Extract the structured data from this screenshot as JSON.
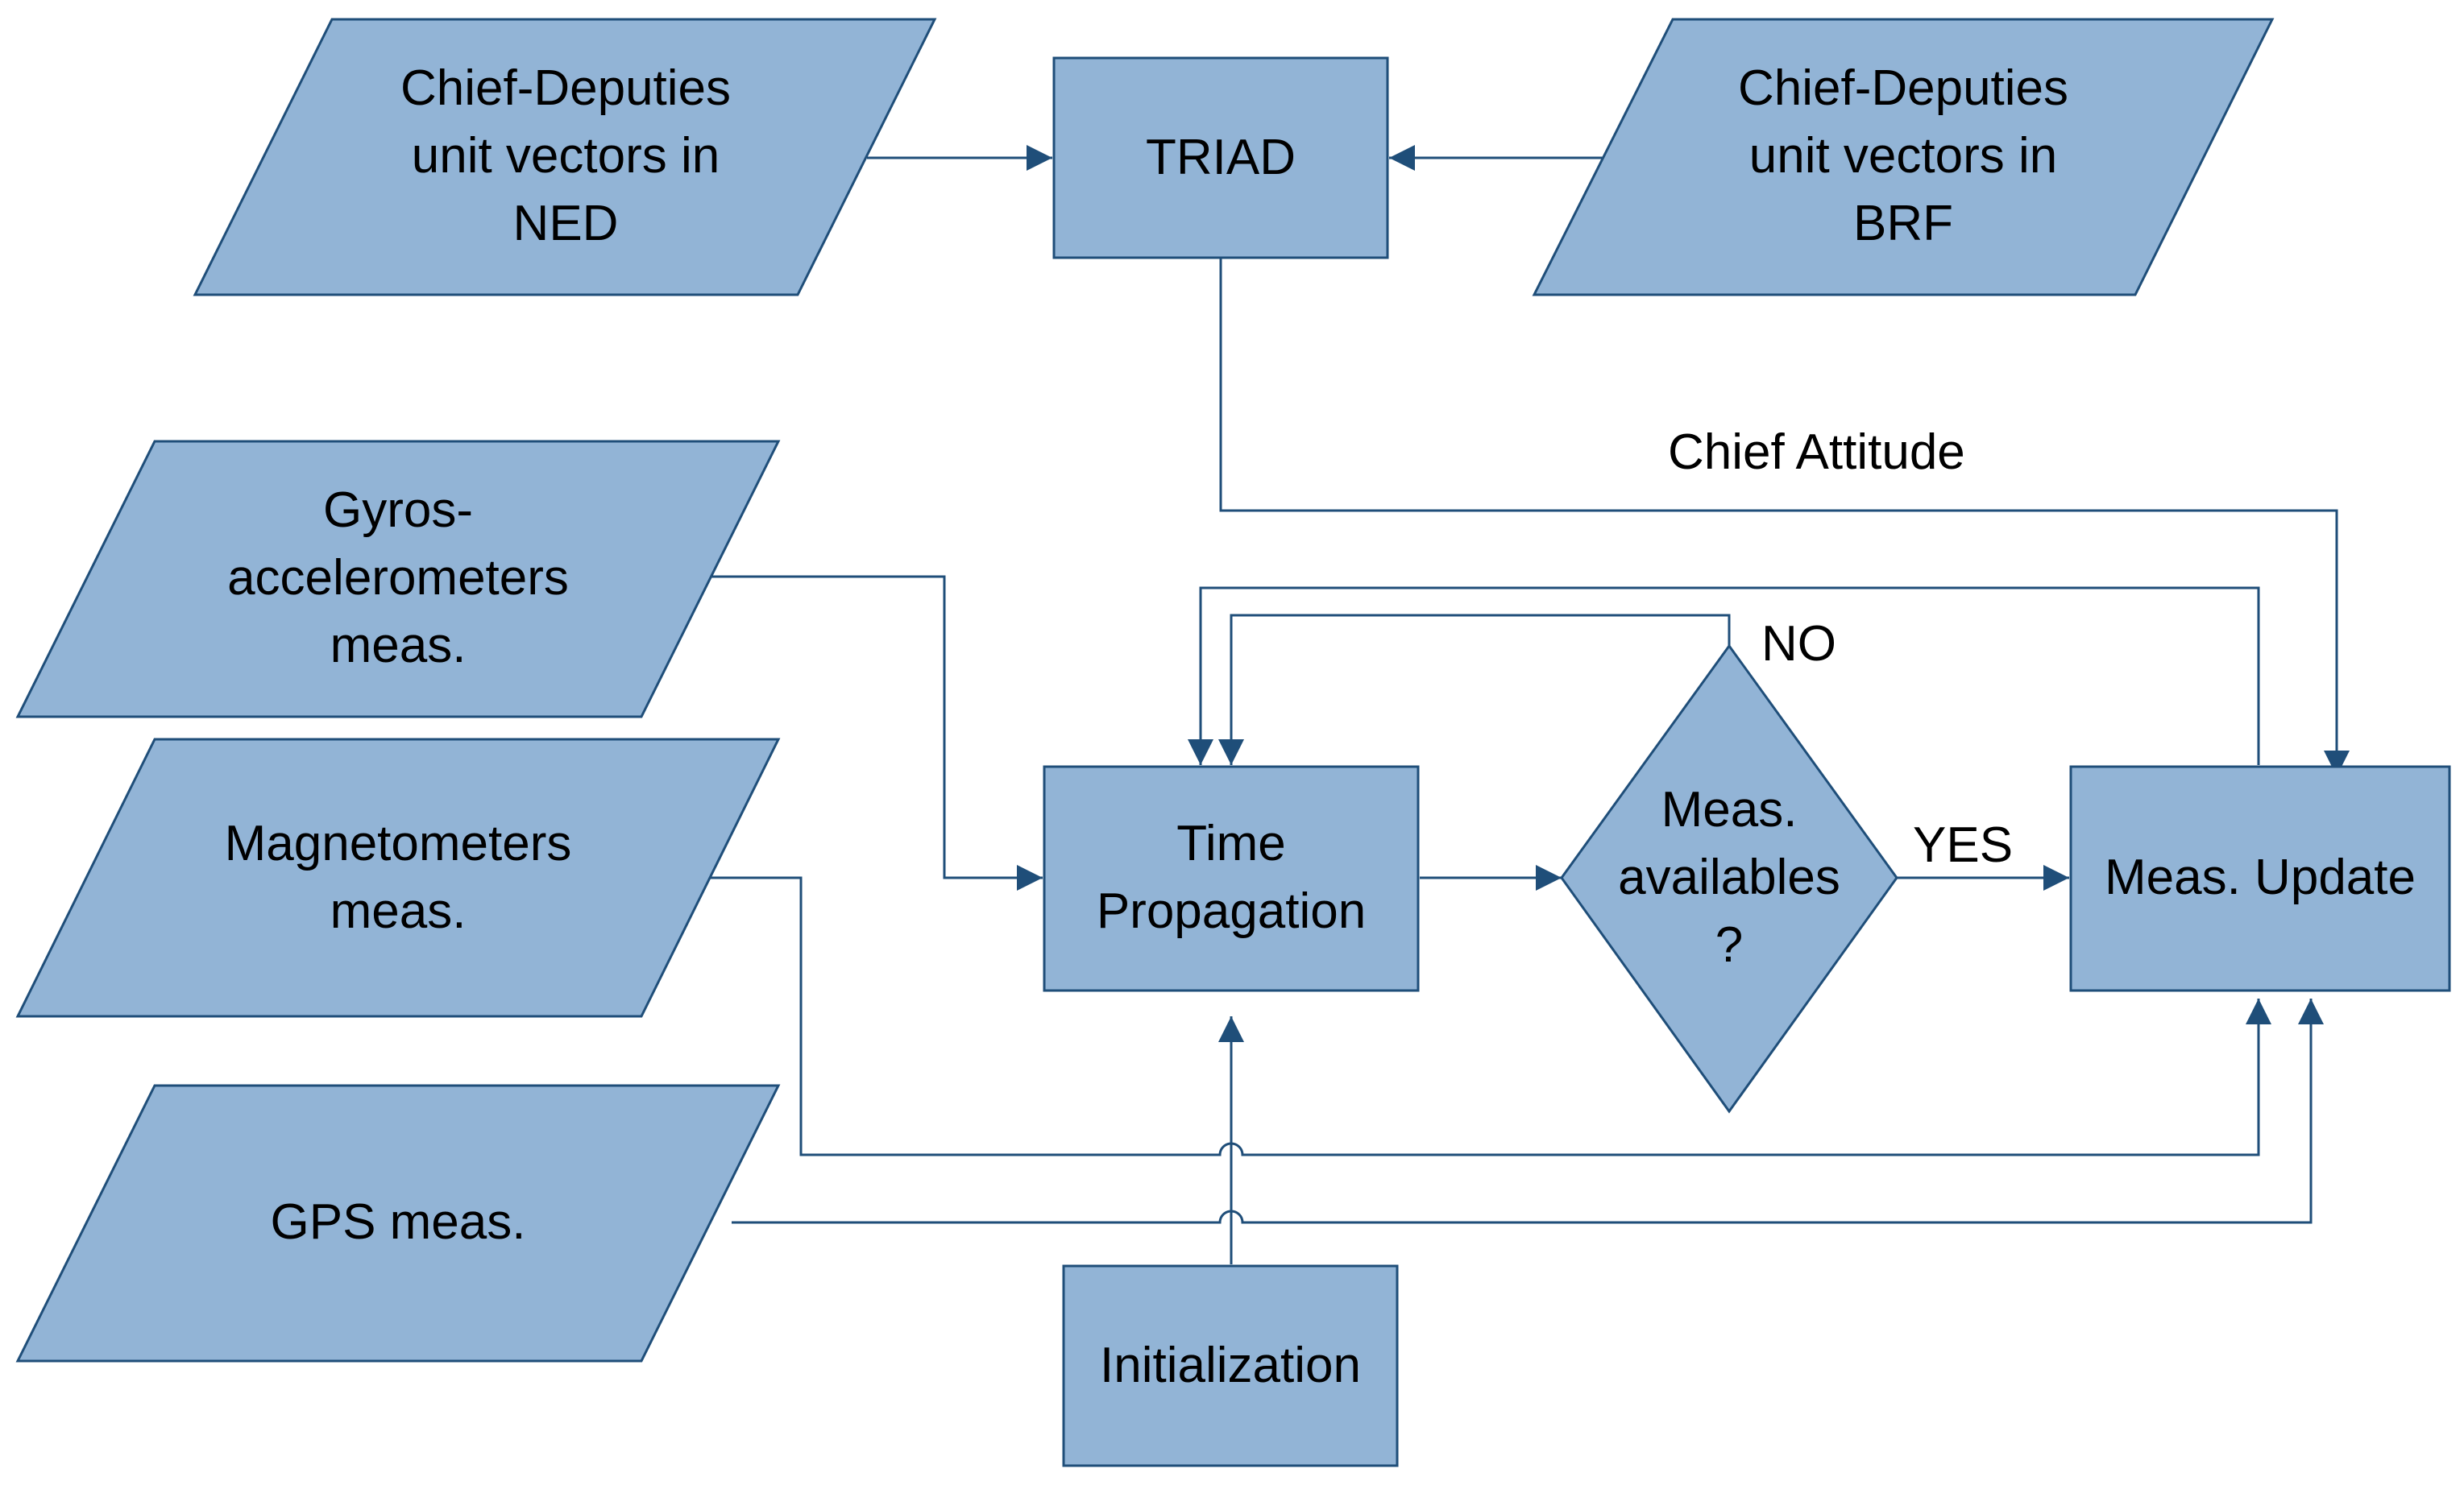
{
  "nodes": {
    "ned_input": {
      "lines": [
        "Chief-Deputies",
        "unit vectors in",
        "NED"
      ]
    },
    "triad": {
      "lines": [
        "TRIAD"
      ]
    },
    "brf_input": {
      "lines": [
        "Chief-Deputies",
        "unit vectors in",
        "BRF"
      ]
    },
    "gyros_input": {
      "lines": [
        "Gyros-",
        "accelerometers",
        "meas."
      ]
    },
    "magnetometers_input": {
      "lines": [
        "Magnetometers",
        "meas."
      ]
    },
    "gps_input": {
      "lines": [
        "GPS meas."
      ]
    },
    "time_propagation": {
      "lines": [
        "Time",
        "Propagation"
      ]
    },
    "meas_decision": {
      "lines": [
        "Meas.",
        "availables",
        "?"
      ]
    },
    "meas_update": {
      "lines": [
        "Meas. Update"
      ]
    },
    "initialization": {
      "lines": [
        "Initialization"
      ]
    }
  },
  "edge_labels": {
    "chief_attitude": "Chief Attitude",
    "no": "NO",
    "yes": "YES"
  },
  "colors": {
    "shape_fill": "#92b4d6",
    "stroke": "#1f4e79",
    "text": "#000000"
  }
}
